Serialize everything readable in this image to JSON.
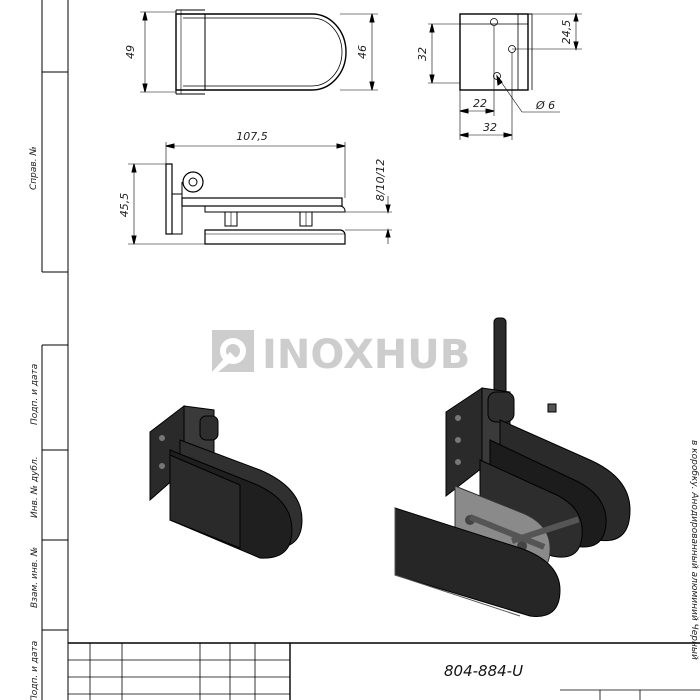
{
  "drawing": {
    "dimensions": {
      "top_view_height_left": "49",
      "top_view_height_right": "46",
      "side_view_32": "32",
      "side_view_24_5": "24,5",
      "side_view_22": "22",
      "side_view_32b": "32",
      "side_view_dia": "Ø 6",
      "front_width": "107,5",
      "front_height": "45,5",
      "glass_thickness": "8/10/12"
    },
    "watermark": "INOXHUB",
    "code": "804-884-U",
    "note": "в коробку. Анодированный алюминий Черный"
  },
  "title_block": {
    "labels": {
      "sprav": "Справ. №",
      "podp_data_1": "Подп. и дата",
      "inv_dubl": "Инв. № дубл.",
      "vzam_inv": "Взам. инв. №",
      "podp_data_2": "Подп. и дата"
    }
  }
}
